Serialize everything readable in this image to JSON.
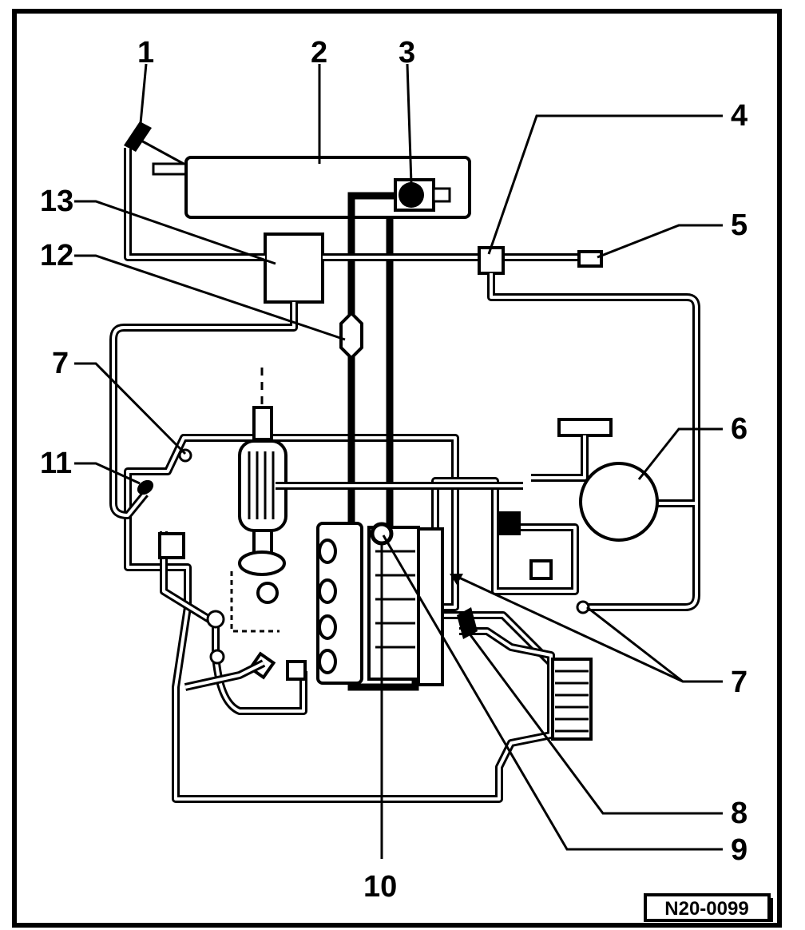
{
  "figure": {
    "reference_code": "N20-0099",
    "callouts": [
      "1",
      "2",
      "3",
      "4",
      "5",
      "6",
      "7",
      "8",
      "9",
      "10",
      "11",
      "12",
      "13"
    ]
  }
}
